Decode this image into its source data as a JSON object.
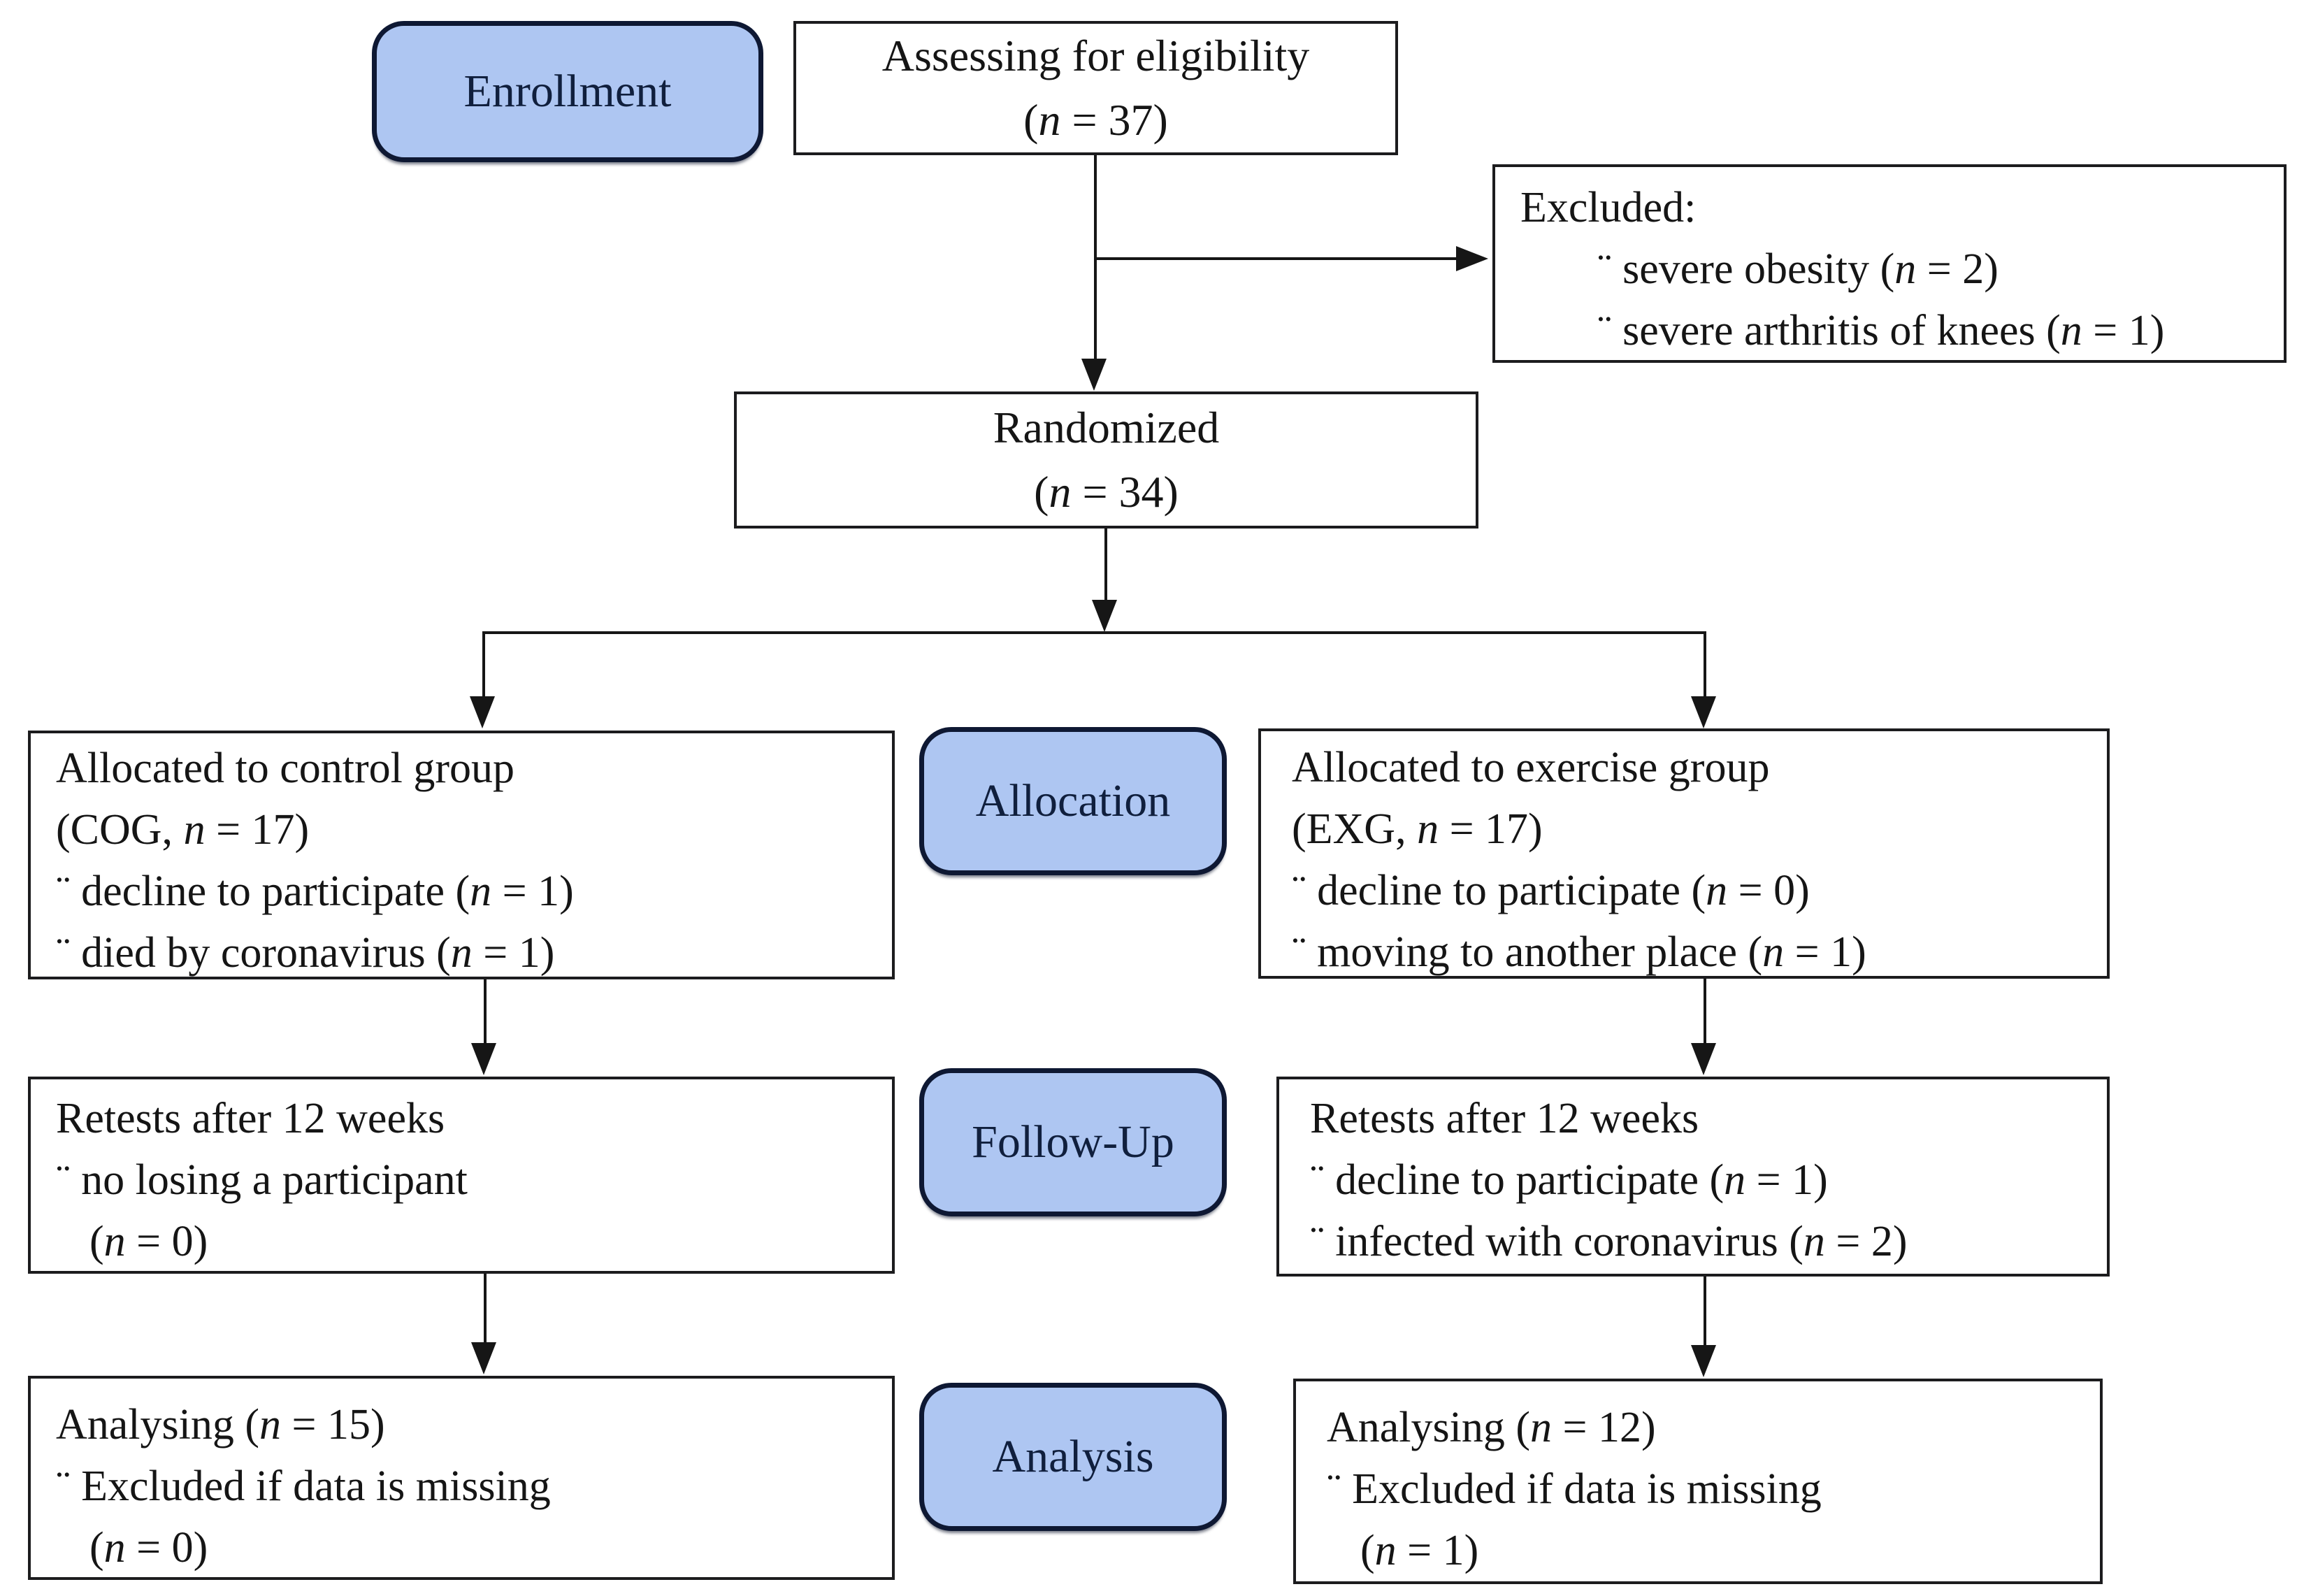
{
  "colors": {
    "stage_fill": "#aec6f2",
    "stage_border": "#0e1833",
    "stage_text": "#101f3d",
    "box_border": "#1c1c1e",
    "line": "#161616",
    "text": "#151515",
    "background": "#ffffff"
  },
  "stages": {
    "enrollment": "Enrollment",
    "allocation": "Allocation",
    "follow_up": "Follow-Up",
    "analysis": "Analysis"
  },
  "boxes": {
    "assessing": {
      "line1": "Assessing for eligibility",
      "line2": "(n = 37)"
    },
    "excluded": {
      "title": "Excluded:",
      "item1": "¨ severe obesity (n = 2)",
      "item2": "¨ severe arthritis of knees (n = 1)"
    },
    "randomized": {
      "line1": "Randomized",
      "line2": "(n = 34)"
    },
    "allocation_control": {
      "line1": "Allocated to control group",
      "line2": "(COG, n = 17)",
      "item1": "¨ decline to participate (n = 1)",
      "item2": "¨ died by coronavirus (n = 1)"
    },
    "allocation_exercise": {
      "line1": "Allocated to exercise group",
      "line2": "(EXG, n = 17)",
      "item1": "¨ decline to participate (n = 0)",
      "item2": "¨ moving to another place (n = 1)"
    },
    "followup_control": {
      "line1": "Retests after 12 weeks",
      "item1": "¨ no losing a participant",
      "item2": "(n = 0)"
    },
    "followup_exercise": {
      "line1": "Retests after 12 weeks",
      "item1": "¨ decline to participate (n = 1)",
      "item2": "¨ infected with coronavirus (n = 2)"
    },
    "analysis_control": {
      "line1": "Analysing (n = 15)",
      "item1": "¨ Excluded if data is missing",
      "item2": "(n = 0)"
    },
    "analysis_exercise": {
      "line1": "Analysing (n = 12)",
      "item1": "¨ Excluded if data is missing",
      "item2": "(n = 1)"
    }
  }
}
